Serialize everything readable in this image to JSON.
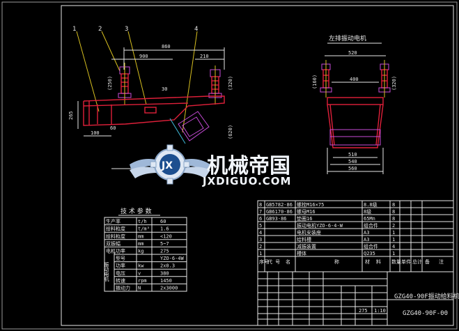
{
  "side_view": {
    "labels": [
      "1",
      "2",
      "3",
      "4"
    ],
    "dims": {
      "top": "860",
      "left_span": "900",
      "right_span": "210",
      "height_left": "265",
      "spring_h": "(250)",
      "bottom": "100",
      "sub": "60",
      "right_h": "(320)",
      "lower_h": "(620)",
      "mid": "30"
    }
  },
  "front_view": {
    "title": "左排振动电机",
    "dims": {
      "top": "520",
      "inner": "400",
      "b1": "510",
      "b2": "540",
      "b3": "560",
      "left_h": "(160)",
      "right_h": "(320)"
    }
  },
  "watermark": {
    "cn": "机械帝国",
    "en": "JXDIGUO.COM",
    "logo_letters": "JX"
  },
  "tech_table": {
    "title": "技 术 参 数",
    "rows": [
      {
        "label": "生产率",
        "unit": "t/h",
        "value": "60"
      },
      {
        "label": "给料粒度",
        "unit": "t/m³",
        "value": "1.6"
      },
      {
        "label": "给料粒度",
        "unit": "mm",
        "value": "<120"
      },
      {
        "label": "双振幅",
        "unit": "mm",
        "value": "5~7"
      },
      {
        "label": "电机功率",
        "unit": "kg",
        "value": "275"
      },
      {
        "label": "型号",
        "unit": "",
        "value": "YZO-6-4W"
      },
      {
        "label": "功率",
        "unit": "kw",
        "value": "2x0.3"
      },
      {
        "label": "电压",
        "unit": "v",
        "value": "380"
      },
      {
        "label": "转速",
        "unit": "rpm",
        "value": "1450"
      },
      {
        "label": "振动力",
        "unit": "N",
        "value": "2x3000"
      }
    ],
    "side_label": "振动电机"
  },
  "parts_table": {
    "rows": [
      {
        "no": "8",
        "code": "GB5782-86",
        "name": "螺栓M16×75",
        "qty": "",
        "material": "8.8级",
        "count": "8"
      },
      {
        "no": "7",
        "code": "GB6170-86",
        "name": "螺母M16",
        "qty": "",
        "material": "8级",
        "count": "8"
      },
      {
        "no": "6",
        "code": "GB93-86",
        "name": "垫圈16",
        "qty": "",
        "material": "65Mn",
        "count": "8"
      },
      {
        "no": "5",
        "code": "",
        "name": "振动电机YZO-6-4-W",
        "qty": "",
        "material": "组合件",
        "count": "2"
      },
      {
        "no": "4",
        "code": "",
        "name": "电机安装座",
        "qty": "",
        "material": "A3",
        "count": "1"
      },
      {
        "no": "3",
        "code": "",
        "name": "给料槽",
        "qty": "",
        "material": "A3",
        "count": "1"
      },
      {
        "no": "2",
        "code": "",
        "name": "减振装置",
        "qty": "",
        "material": "组合件",
        "count": "4"
      },
      {
        "no": "1",
        "code": "",
        "name": "槽体",
        "qty": "",
        "material": "Q235",
        "count": "1"
      }
    ],
    "header": [
      "序号",
      "代 号",
      "名",
      "称",
      "材",
      "料",
      "数量",
      "单件",
      "总计",
      "备",
      "注"
    ]
  },
  "title_block": {
    "name": "GZG40-90F振动给料机",
    "code": "GZG40-90F-00",
    "weight": "275",
    "scale": "1:10"
  }
}
